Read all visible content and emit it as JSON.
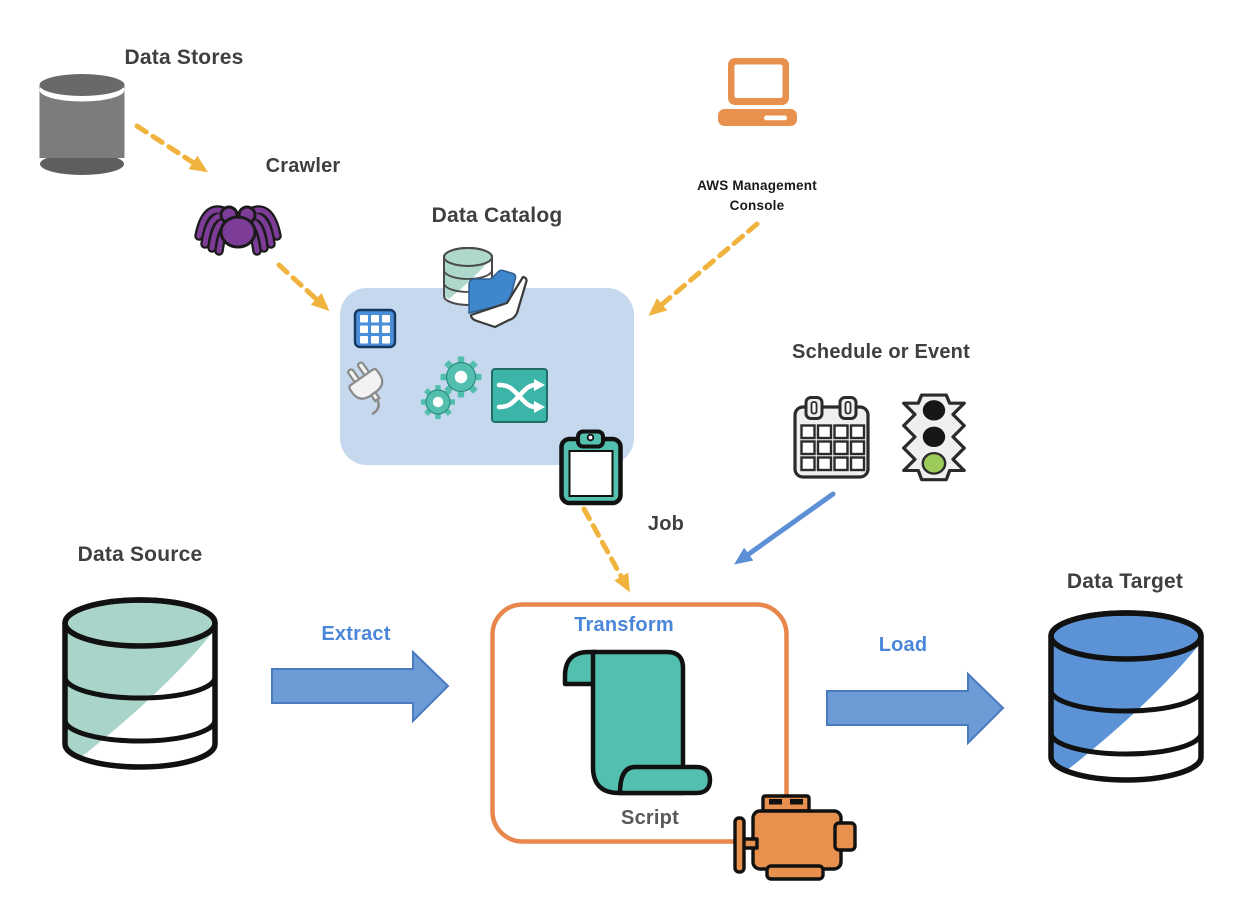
{
  "colors": {
    "amber_arrow": "#F0B43E",
    "blue_arrow": "#5C8FD6",
    "block_arrow_fill": "#6C9BD5",
    "block_arrow_border": "#4A7ABF",
    "blue_label": "#4A86D9",
    "dark_label": "#3F3F3F",
    "script_gray": "#595959",
    "catalog_bg": "#C5D8ED",
    "teal": "#52BFAF",
    "teal_square": "#3CB5A8",
    "orange": "#E8914E",
    "orange_border": "#E8864B",
    "purple": "#7D3C98",
    "gray_cylinder": "#7C7C7C",
    "source_accent": "#A9D4C9",
    "target_accent": "#5B93D6",
    "folder_blue": "#3E87CD",
    "grid_blue": "#4A8FD9",
    "green_light": "#9CCB5B"
  },
  "nodes": {
    "data_stores": {
      "label": "Data Stores",
      "icon": "database-cylinder"
    },
    "crawler": {
      "label": "Crawler",
      "icon": "spider"
    },
    "data_catalog": {
      "label": "Data Catalog",
      "icons": [
        "database-with-folder",
        "table-grid",
        "plug",
        "gears",
        "shuffle"
      ]
    },
    "aws_console": {
      "label_line1": "AWS Management",
      "label_line2": "Console",
      "icon": "laptop"
    },
    "schedule_or_event": {
      "label": "Schedule or Event",
      "icons": [
        "calendar",
        "traffic-light"
      ]
    },
    "job": {
      "label": "Job",
      "icon": "clipboard"
    },
    "transform_box": {
      "title": "Transform",
      "script_label": "Script",
      "icons": [
        "script-scroll",
        "engine"
      ]
    },
    "extract": {
      "label": "Extract"
    },
    "load": {
      "label": "Load"
    },
    "data_source": {
      "label": "Data Source",
      "icon": "database-cylinder"
    },
    "data_target": {
      "label": "Data Target",
      "icon": "database-cylinder"
    }
  },
  "flows": [
    {
      "from": "data_stores",
      "to": "crawler",
      "style": "dashed-amber"
    },
    {
      "from": "crawler",
      "to": "data_catalog",
      "style": "dashed-amber"
    },
    {
      "from": "aws_console",
      "to": "data_catalog",
      "style": "dashed-amber"
    },
    {
      "from": "job_clipboard",
      "to": "transform_box",
      "style": "dashed-amber"
    },
    {
      "from": "schedule_or_event",
      "to": "transform_box",
      "style": "solid-blue"
    },
    {
      "from": "data_source",
      "to": "transform_box",
      "style": "block-arrow",
      "label": "Extract"
    },
    {
      "from": "transform_box",
      "to": "data_target",
      "style": "block-arrow",
      "label": "Load"
    }
  ]
}
